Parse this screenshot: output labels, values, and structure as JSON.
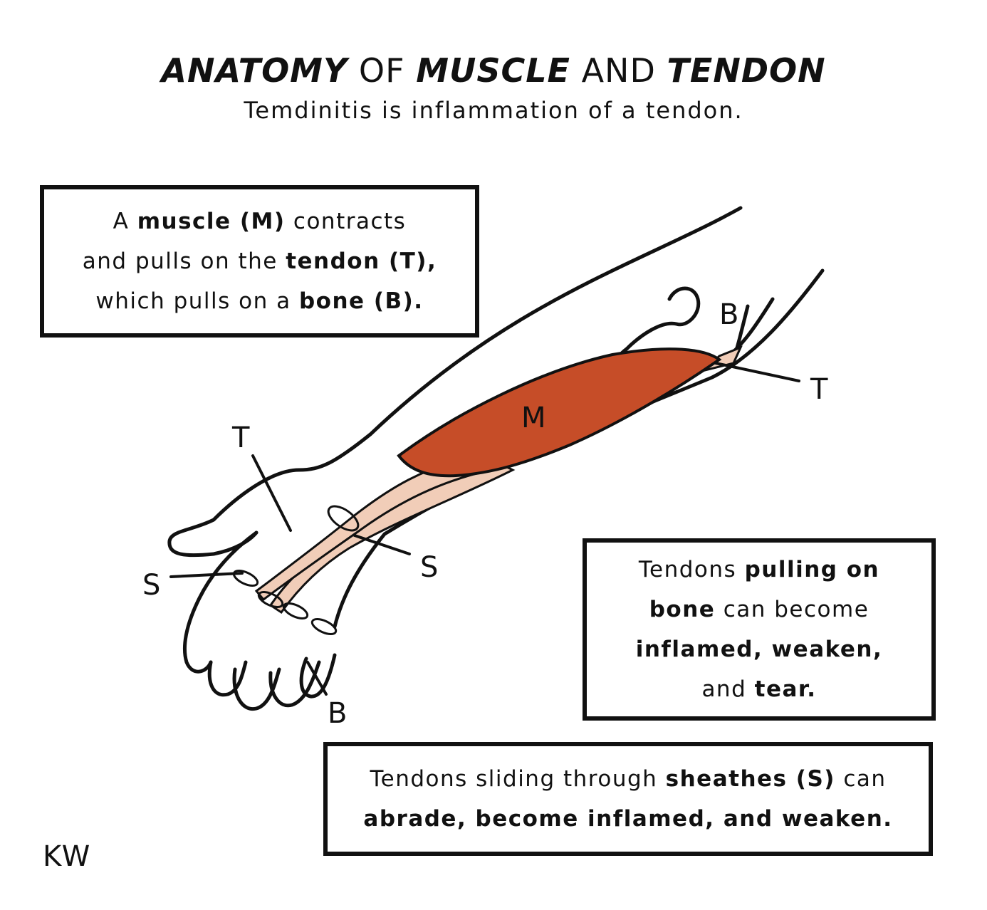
{
  "title": {
    "w1": "ANATOMY",
    "w2": "OF",
    "w3": "MUSCLE",
    "w4": "AND",
    "w5": "TENDON"
  },
  "subtitle": "Temdinitis is inflammation of a tendon.",
  "box_contraction": {
    "l1_a": "A",
    "l1_b": "muscle (M)",
    "l1_c": "contracts",
    "l2_a": "and pulls on the",
    "l2_b": "tendon (T),",
    "l3_a": "which pulls on a",
    "l3_b": "bone (B)."
  },
  "box_bone": {
    "l1_a": "Tendons",
    "l1_b": "pulling on",
    "l2_a": "bone",
    "l2_b": "can become",
    "l3": "inflamed, weaken,",
    "l4_a": "and",
    "l4_b": "tear."
  },
  "box_sheath": {
    "l1_a": "Tendons sliding through",
    "l1_b": "sheathes (S)",
    "l1_c": "can",
    "l2": "abrade, become inflamed, and weaken."
  },
  "labels": {
    "muscle": "M",
    "bone_top": "B",
    "tendon_top": "T",
    "tendon_left": "T",
    "sheath_right": "S",
    "sheath_left": "S",
    "bone_bottom": "B"
  },
  "signature": "KW",
  "colors": {
    "muscle": "#c64d28",
    "tendon": "#f1cdb8",
    "outline": "#111111"
  }
}
